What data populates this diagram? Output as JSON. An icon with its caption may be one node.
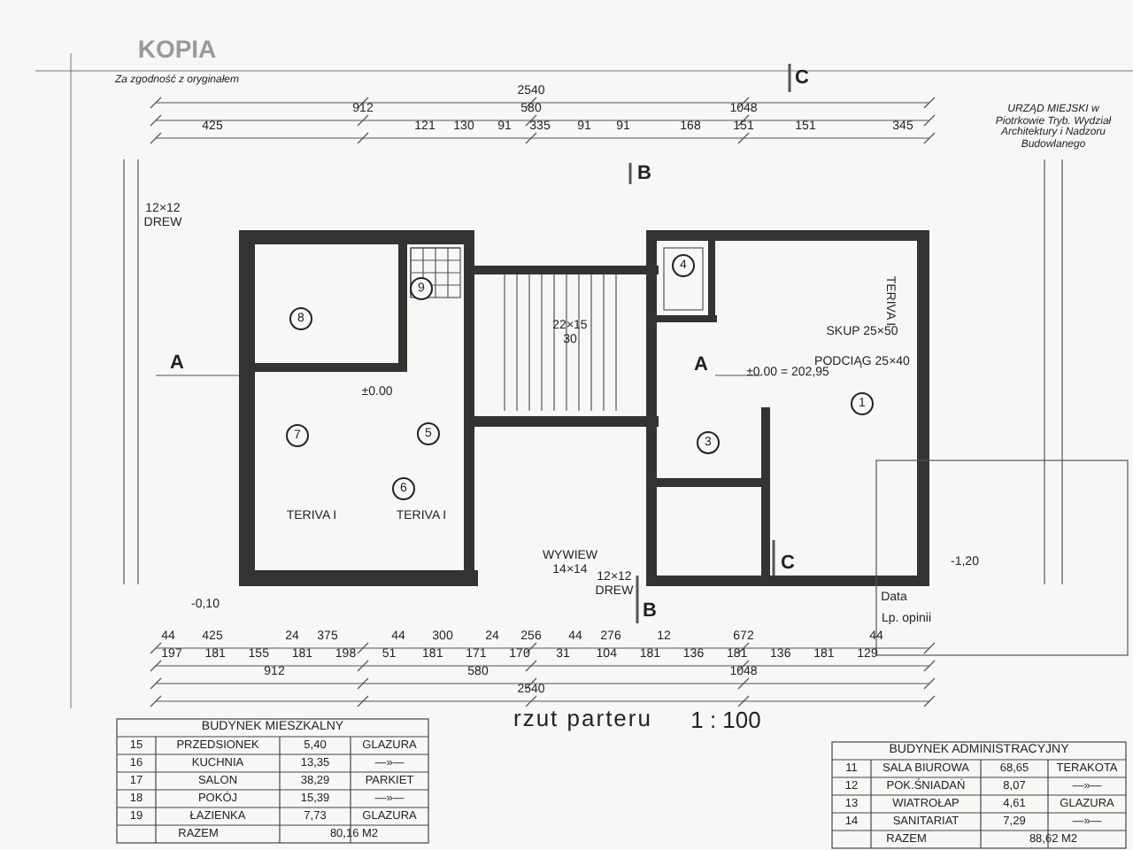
{
  "diagram": {
    "title": "rzut parteru",
    "labels": [
      "KOPIA",
      "Za zgodność z oryginałem",
      "C",
      "URZĄD MIEJSKI w Piotrkowie Tryb. Wydział Architektury i Nadzoru Budowlanego",
      "2540",
      "912",
      "580",
      "1048",
      "425",
      "121",
      "130",
      "91",
      "335",
      "91",
      "91",
      "168",
      "151",
      "151",
      "345",
      "B",
      "12×12 DREW",
      "A",
      "A",
      "±0.00",
      "±0.00 = 202,95",
      "22×15 30",
      "SKUP 25×50",
      "PODCIĄG 25×40",
      "TERIVA I",
      "TERIVA I",
      "TERIVA I",
      "8",
      "9",
      "4",
      "7",
      "5",
      "6",
      "3",
      "1",
      "WYWIEW 14×14",
      "12×12 DREW",
      "B",
      "C",
      "-0,10",
      "-1,20",
      "Data",
      "Lp. opinii",
      "44",
      "425",
      "24",
      "375",
      "44",
      "300",
      "24",
      "256",
      "44",
      "276",
      "12",
      "672",
      "44",
      "197",
      "181",
      "155",
      "181",
      "198",
      "51",
      "181",
      "171",
      "170",
      "31",
      "104",
      "181",
      "136",
      "181",
      "136",
      "181",
      "129",
      "912",
      "580",
      "1048",
      "2540",
      "1 : 100",
      "BUDYNEK MIESZKALNY",
      "15",
      "PRZEDSIONEK",
      "5,40",
      "GLAZURA",
      "16",
      "KUCHNIA",
      "13,35",
      "—»—",
      "17",
      "SALON",
      "38,29",
      "PARKIET",
      "18",
      "POKÓJ",
      "15,39",
      "—»—",
      "19",
      "ŁAZIENKA",
      "7,73",
      "GLAZURA",
      "RAZEM",
      "80,16 M2",
      "BUDYNEK ADMINISTRACYJNY",
      "11",
      "SALA BIUROWA",
      "68,65",
      "TERAKOTA",
      "12",
      "POK.ŚNIADAŃ",
      "8,07",
      "—»—",
      "13",
      "WIATROŁAP",
      "4,61",
      "GLAZURA",
      "14",
      "SANITARIAT",
      "7,29",
      "—»—",
      "RAZEM",
      "88,62 M2"
    ]
  }
}
